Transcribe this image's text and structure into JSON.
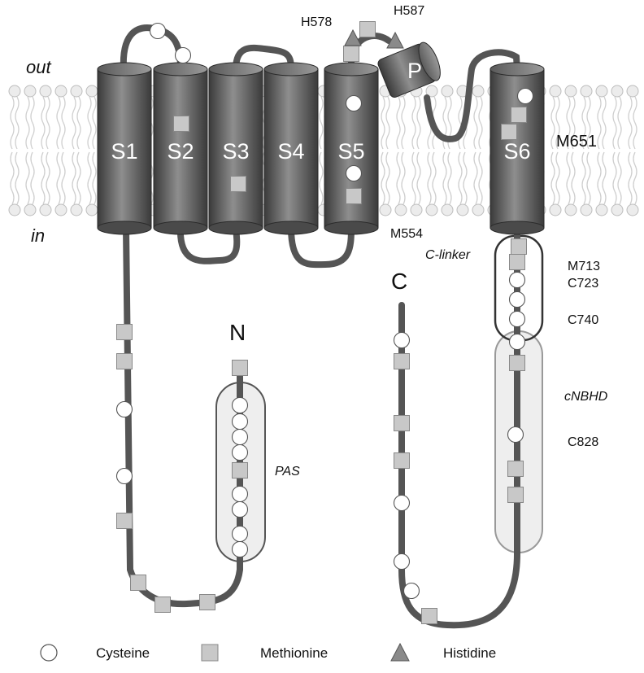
{
  "membrane": {
    "out_label": "out",
    "in_label": "in"
  },
  "segments": [
    "S1",
    "S2",
    "S3",
    "S4",
    "S5",
    "S6"
  ],
  "pore_label": "P",
  "termini": {
    "n": "N",
    "c": "C"
  },
  "domains": {
    "pas": "PAS",
    "clinker": "C-linker",
    "cnbhd": "cNBHD"
  },
  "residues": {
    "h578": "H578",
    "h587": "H587",
    "m651": "M651",
    "m554": "M554",
    "m713": "M713",
    "c723": "C723",
    "c740": "C740",
    "c828": "C828"
  },
  "legend": {
    "cysteine": "Cysteine",
    "methionine": "Methionine",
    "histidine": "Histidine"
  },
  "colors": {
    "backbone": "#555555",
    "cylinder_dark": "#3f3f3f",
    "cylinder_light": "#8a8a8a",
    "marker_fill": "#c8c8c8",
    "lipid": "#cfcfcf",
    "domain_fill": "#eeeeee"
  }
}
